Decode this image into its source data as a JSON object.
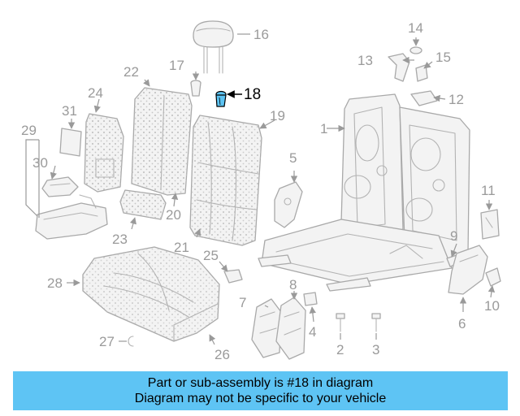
{
  "diagram": {
    "highlighted_part": "18",
    "callouts": [
      "1",
      "2",
      "3",
      "4",
      "5",
      "6",
      "7",
      "8",
      "9",
      "10",
      "11",
      "12",
      "13",
      "14",
      "15",
      "16",
      "17",
      "18",
      "19",
      "20",
      "21",
      "22",
      "23",
      "24",
      "25",
      "26",
      "27",
      "28",
      "29",
      "30",
      "31"
    ]
  },
  "banner": {
    "line1": "Part or sub-assembly is #18 in diagram",
    "line2": "Diagram may not be specific to your vehicle",
    "background": "#5ec4f4"
  },
  "colors": {
    "highlight": "#5cc3f2",
    "line_gray": "#9a9a9a"
  }
}
